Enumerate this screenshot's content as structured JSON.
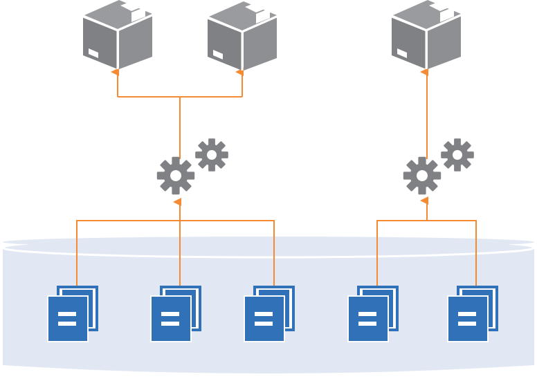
{
  "colors": {
    "background": "#ffffff",
    "storage_fill": "#e1e8f3",
    "storage_edge": "#ffffff",
    "document": "#3171b8",
    "package": "#808184",
    "gear": "#808184",
    "connector": "#f58a33"
  },
  "icons": {
    "storage": "cylinder-icon",
    "document": "copy-documents-icon",
    "process": "gears-icon",
    "output": "package-box-icon"
  },
  "groups": [
    {
      "name": "group-left",
      "inputs": 3,
      "outputs": 2
    },
    {
      "name": "group-right",
      "inputs": 2,
      "outputs": 1
    }
  ]
}
